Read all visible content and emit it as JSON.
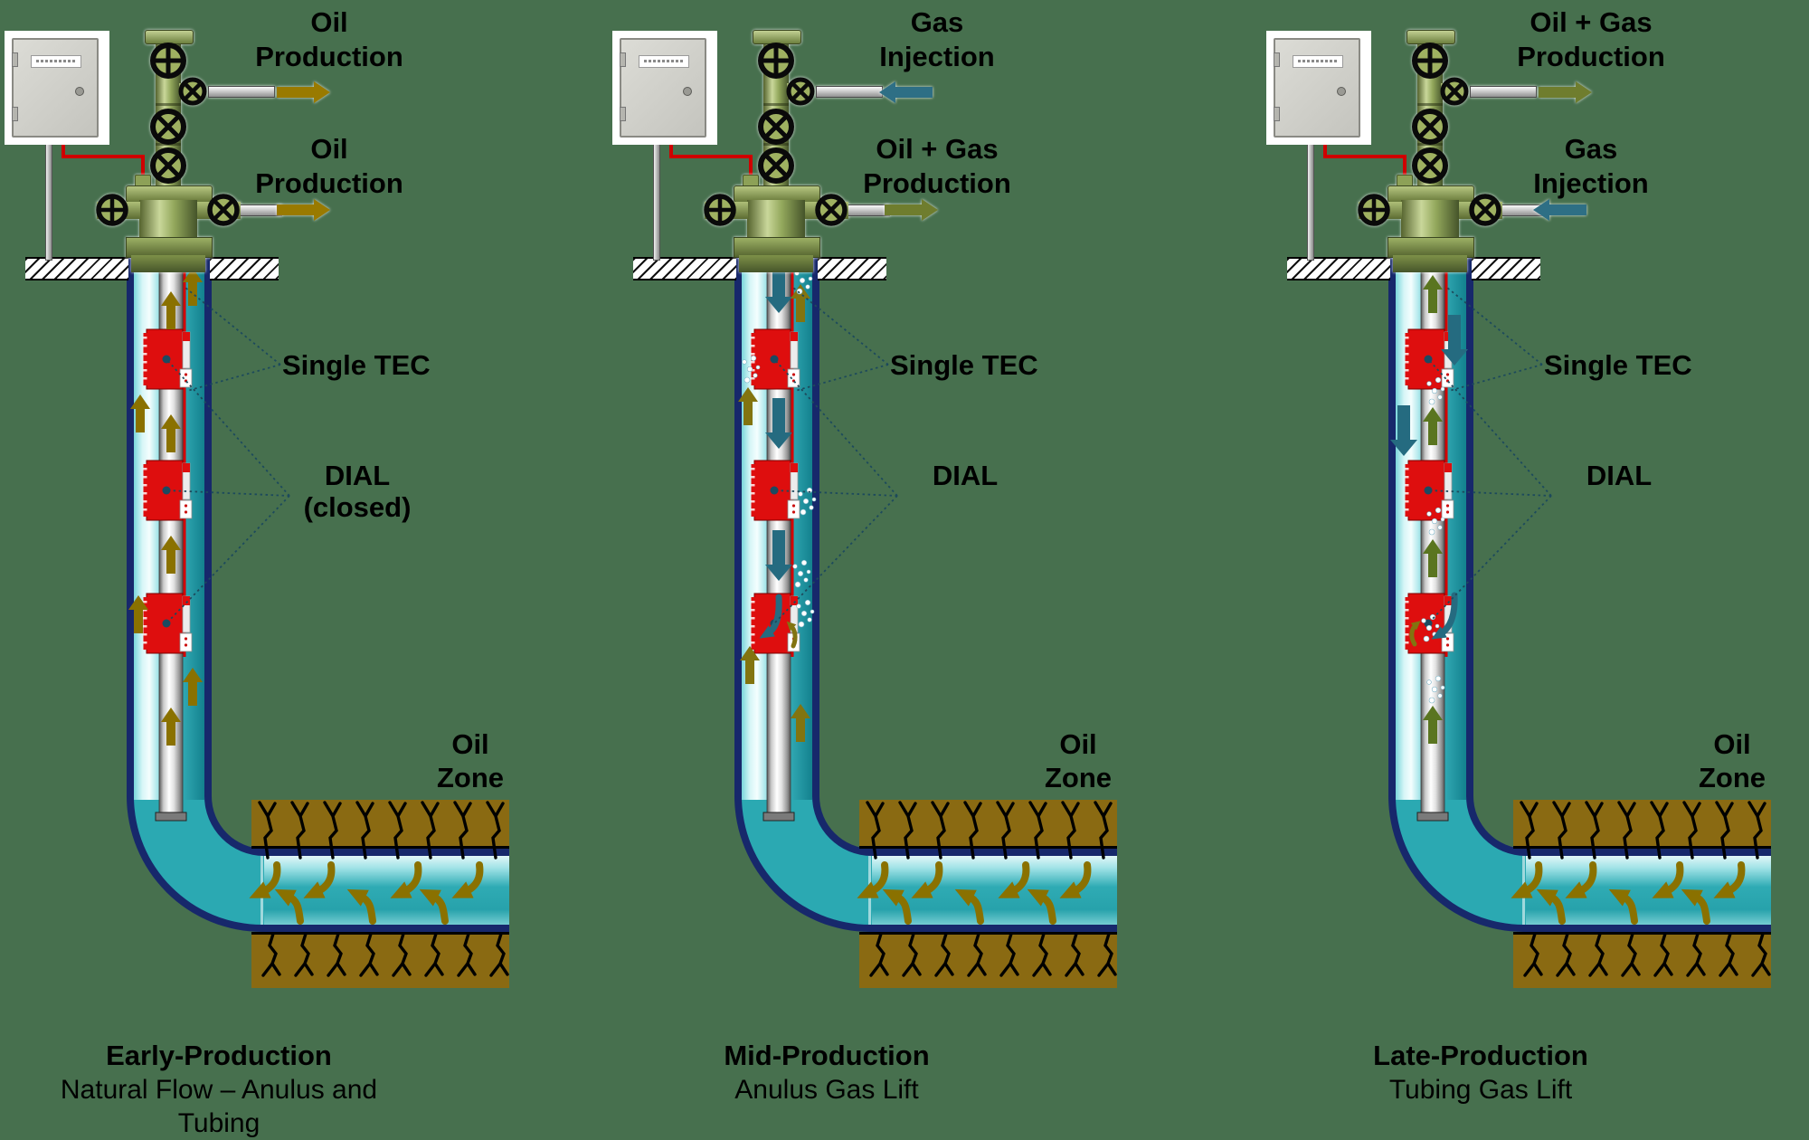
{
  "title": "DIAL intelligent gas-lift well life-cycle diagram",
  "colors": {
    "background": "#47704e",
    "oil_arrow": "#997a00",
    "gas_arrow": "#2e6f85",
    "oil_gas_arrow": "#6f7d2e",
    "casing_navy": "#17286b",
    "annulus_cyan": "#2ba9b2",
    "dial_red": "#de0e0e",
    "tec_red": "#d40000",
    "oil_zone_brown": "#8a6a12"
  },
  "panels": [
    {
      "id": "early-production",
      "top_label_1": {
        "line1": "Oil",
        "line2": "Production",
        "arrow_direction": "right",
        "arrow_fluid": "oil"
      },
      "top_label_2": {
        "line1": "Oil",
        "line2": "Production",
        "arrow_direction": "right",
        "arrow_fluid": "oil"
      },
      "single_tec_label": "Single TEC",
      "dial_label": {
        "line1": "DIAL",
        "line2": "(closed)"
      },
      "oil_zone_label": {
        "line1": "Oil",
        "line2": "Zone"
      },
      "flows": {
        "tubing": "oil-up",
        "annulus": "oil-up"
      },
      "caption": {
        "title": "Early-Production",
        "subtitle": "Natural Flow – Anulus and Tubing"
      }
    },
    {
      "id": "mid-production",
      "top_label_1": {
        "line1": "Gas",
        "line2": "Injection",
        "arrow_direction": "left",
        "arrow_fluid": "gas"
      },
      "top_label_2": {
        "line1": "Oil + Gas",
        "line2": "Production",
        "arrow_direction": "right",
        "arrow_fluid": "oil+gas"
      },
      "single_tec_label": "Single TEC",
      "dial_label": {
        "line1": "DIAL"
      },
      "oil_zone_label": {
        "line1": "Oil",
        "line2": "Zone"
      },
      "flows": {
        "tubing": "gas-down",
        "annulus": "oil-up"
      },
      "caption": {
        "title": "Mid-Production",
        "subtitle": "Anulus Gas Lift"
      }
    },
    {
      "id": "late-production",
      "top_label_1": {
        "line1": "Oil + Gas",
        "line2": "Production",
        "arrow_direction": "right",
        "arrow_fluid": "oil+gas"
      },
      "top_label_2": {
        "line1": "Gas",
        "line2": "Injection",
        "arrow_direction": "left",
        "arrow_fluid": "gas"
      },
      "single_tec_label": "Single TEC",
      "dial_label": {
        "line1": "DIAL"
      },
      "oil_zone_label": {
        "line1": "Oil",
        "line2": "Zone"
      },
      "flows": {
        "tubing": "oil-gas-up",
        "annulus": "gas-down"
      },
      "caption": {
        "title": "Late-Production",
        "subtitle": "Tubing Gas Lift"
      }
    }
  ]
}
